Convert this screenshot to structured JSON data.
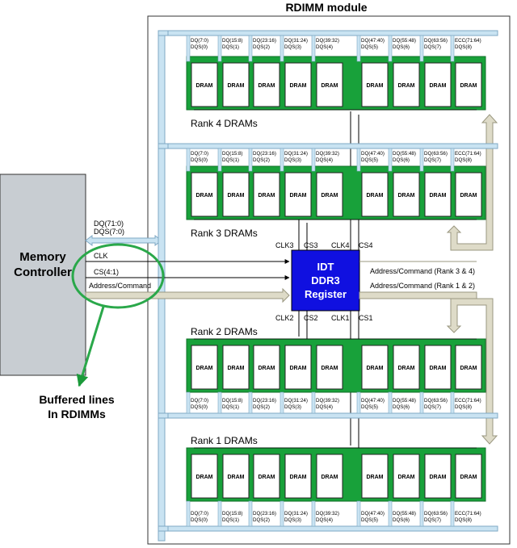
{
  "module_title": "RDIMM module",
  "memory_controller": {
    "label_line1": "Memory",
    "label_line2": "Controller",
    "signals": {
      "dq_bus": "DQ(71:0)",
      "dqs_bus": "DQS(7:0)",
      "clk": "CLK",
      "cs": "CS(4:1)",
      "addr_cmd": "Address/Command"
    }
  },
  "buffered_callout": {
    "line1": "Buffered lines",
    "line2": "In RDIMMs"
  },
  "register": {
    "line1": "IDT",
    "line2": "DDR3",
    "line3": "Register",
    "top_pins": {
      "clk3": "CLK3",
      "cs3": "CS3",
      "clk4": "CLK4",
      "cs4": "CS4"
    },
    "bottom_pins": {
      "clk2": "CLK2",
      "cs2": "CS2",
      "clk1": "CLK1",
      "cs1": "CS1"
    },
    "addr_out_upper": "Address/Command (Rank 3 & 4)",
    "addr_out_lower": "Address/Command (Rank 1 & 2)"
  },
  "chip_label": "DRAM",
  "lanes": [
    {
      "dq": "DQ(7:0)",
      "dqs": "DQS(0)"
    },
    {
      "dq": "DQ(15:8)",
      "dqs": "DQS(1)"
    },
    {
      "dq": "DQ(23:16)",
      "dqs": "DQS(2)"
    },
    {
      "dq": "DQ(31:24)",
      "dqs": "DQS(3)"
    },
    {
      "dq": "DQ(39:32)",
      "dqs": "DQS(4)"
    },
    {
      "dq": "DQ(47:40)",
      "dqs": "DQS(5)"
    },
    {
      "dq": "DQ(55:48)",
      "dqs": "DQS(6)"
    },
    {
      "dq": "DQ(63:56)",
      "dqs": "DQS(7)"
    },
    {
      "dq": "ECC(71:64)",
      "dqs": "DQS(8)"
    }
  ],
  "ranks": [
    {
      "name": "Rank 4 DRAMs"
    },
    {
      "name": "Rank 3 DRAMs"
    },
    {
      "name": "Rank 2 DRAMs"
    },
    {
      "name": "Rank 1 DRAMs"
    }
  ],
  "colors": {
    "rank_board": "#18a13a",
    "bus": "#c9e3f2",
    "bus_stroke": "#7fa8c4",
    "register": "#1010e0",
    "controller": "#c8cdd2",
    "callout": "#2aa84a",
    "addr_bus": "#dedbc8"
  }
}
